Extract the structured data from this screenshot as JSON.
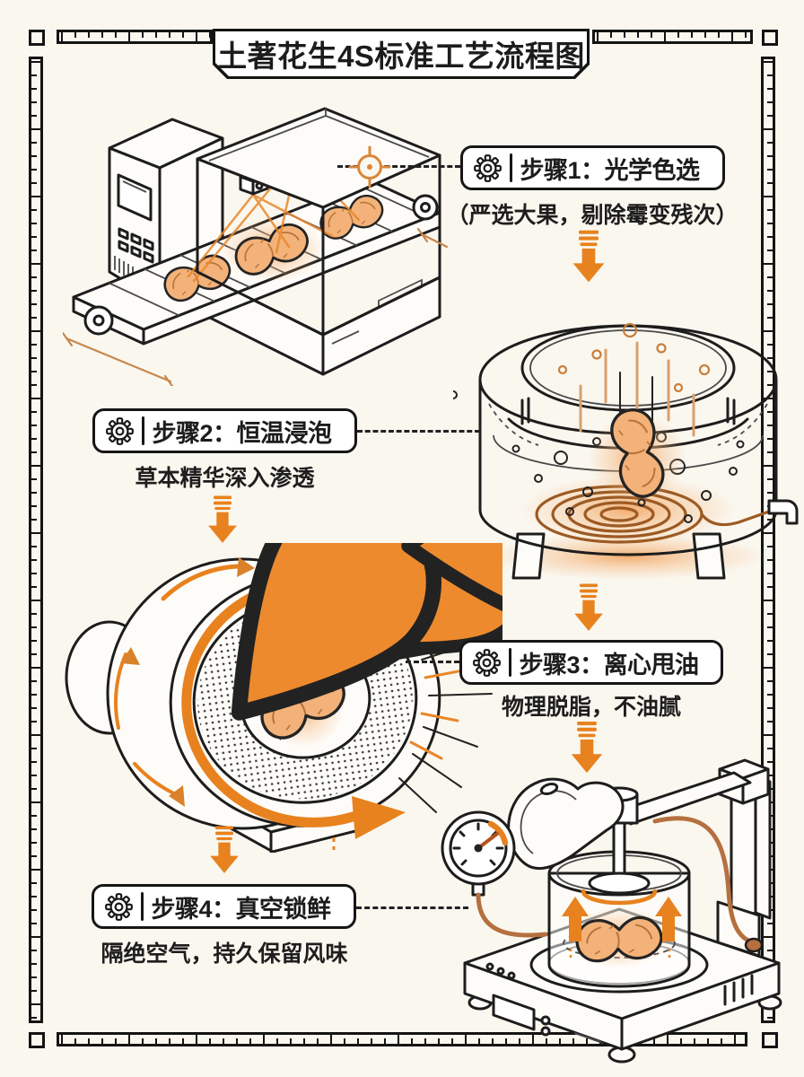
{
  "poster": {
    "title": "土著花生4S标准工艺流程图",
    "steps": [
      {
        "id": 1,
        "label": "步骤1：光学色选",
        "subtitle": "（严选大果，剔除霉变残次）",
        "illustration": "optical-color-sorter"
      },
      {
        "id": 2,
        "label": "步骤2：恒温浸泡",
        "subtitle": "草本精华深入渗透",
        "illustration": "constant-temperature-soaking-tank"
      },
      {
        "id": 3,
        "label": "步骤3：离心甩油",
        "subtitle": "物理脱脂，不油腻",
        "illustration": "centrifugal-oil-spinner"
      },
      {
        "id": 4,
        "label": "步骤4：真空锁鲜",
        "subtitle": "隔绝空气，持久保留风味",
        "illustration": "vacuum-fresh-lock-machine"
      }
    ],
    "icons": {
      "step_badge": "gear-icon",
      "step1_pointer": "crosshair-icon",
      "flow": "down-arrow-icon"
    },
    "colors": {
      "background": "#FAF7EF",
      "ink": "#1C1C1C",
      "accent": "#E8821E",
      "accent_soft": "#F2A45C",
      "tube_brown": "#B5703F",
      "peanut_fill": "#F3B279"
    }
  }
}
